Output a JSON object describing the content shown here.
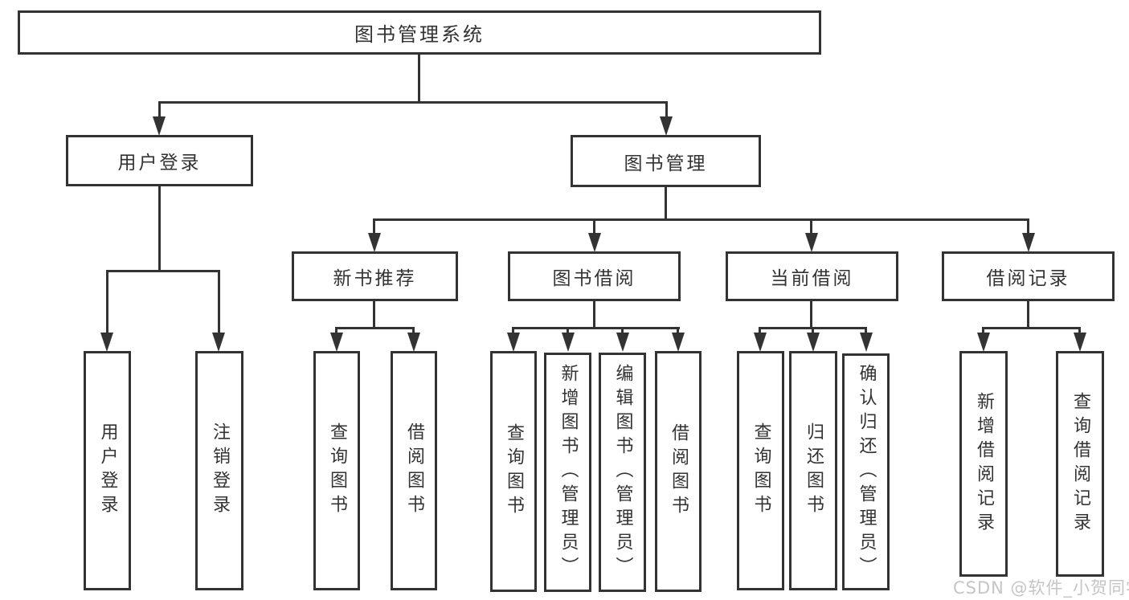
{
  "tree": {
    "root": {
      "label": "图书管理系统",
      "children": [
        {
          "label": "用户登录",
          "children": [
            {
              "label": "用户登录"
            },
            {
              "label": "注销登录"
            }
          ]
        },
        {
          "label": "图书管理",
          "children": [
            {
              "label": "新书推荐",
              "children": [
                {
                  "label": "查询图书"
                },
                {
                  "label": "借阅图书"
                }
              ]
            },
            {
              "label": "图书借阅",
              "children": [
                {
                  "label": "查询图书"
                },
                {
                  "label": "新增图书（管理员）"
                },
                {
                  "label": "编辑图书（管理员）"
                },
                {
                  "label": "借阅图书"
                }
              ]
            },
            {
              "label": "当前借阅",
              "children": [
                {
                  "label": "查询图书"
                },
                {
                  "label": "归还图书"
                },
                {
                  "label": "确认归还（管理员）"
                }
              ]
            },
            {
              "label": "借阅记录",
              "children": [
                {
                  "label": "新增借阅记录"
                },
                {
                  "label": "查询借阅记录"
                }
              ]
            }
          ]
        }
      ]
    }
  },
  "watermark": "CSDN @软件_小贺同学",
  "colors": {
    "line": "#333333",
    "text": "#333333",
    "box_fill": "#ffffff",
    "watermark": "#c5c5c5",
    "background": "#ffffff"
  }
}
